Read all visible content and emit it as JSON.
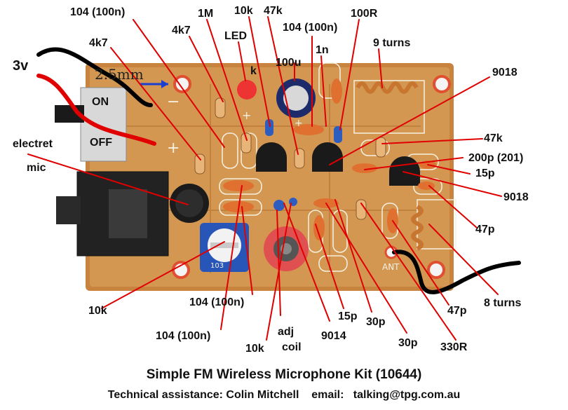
{
  "labels": {
    "l104_top": "104 (100n)",
    "l1M": "1M",
    "l10k_top": "10k",
    "l47k_top": "47k",
    "l100R": "100R",
    "l4k7_a": "4k7",
    "l4k7_b": "4k7",
    "lLED": "LED",
    "l104_mid": "104 (100n)",
    "l9turns": "9 turns",
    "l3v": "3v",
    "l25mm": "2.5mm",
    "l100u": "100u",
    "l1n": "1n",
    "lk": "k",
    "l9018_a": "9018",
    "lON": "ON",
    "lOFF": "OFF",
    "l47k_right": "47k",
    "l200p": "200p (201)",
    "lelectret": "electret",
    "lmic": "mic",
    "l15p_right": "15p",
    "l9018_b": "9018",
    "l47p_right": "47p",
    "l10k_bl": "10k",
    "l104_bot": "104 (100n)",
    "l8turns": "8 turns",
    "l104_bot2": "104 (100n)",
    "l15p_bot": "15p",
    "l30p_a": "30p",
    "l47p_bot": "47p",
    "ladj": "adj",
    "lcoil": "coil",
    "l9014": "9014",
    "l10k_bot": "10k",
    "l30p_b": "30p",
    "l330R": "330R"
  },
  "board_marks": {
    "minus": "−",
    "plus": "+",
    "plus2": "+",
    "plus3": "+",
    "ant": "ANT",
    "trim": "103"
  },
  "footer": {
    "title": "Simple FM Wireless Microphone Kit (10644)",
    "assistance": "Technical assistance: Colin Mitchell    email:   talking@tpg.com.au"
  }
}
